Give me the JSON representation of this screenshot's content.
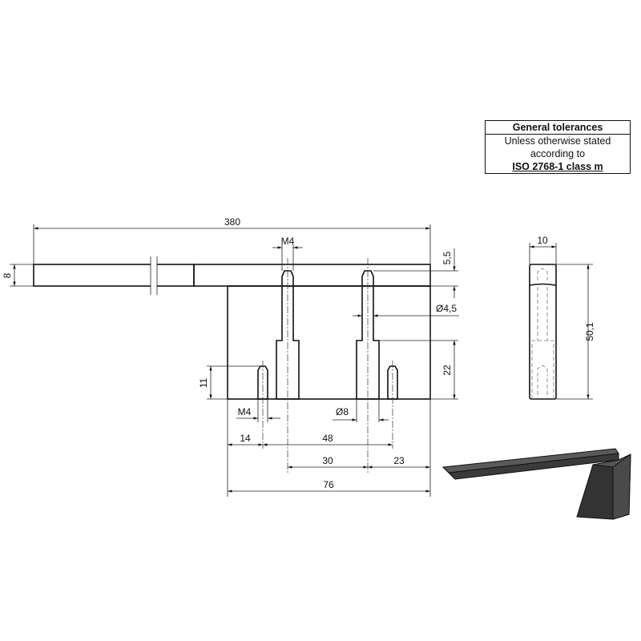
{
  "tolerance_box": {
    "title": "General tolerances",
    "line1": "Unless otherwise stated",
    "line2": "according to",
    "standard": "ISO 2768-1 class m"
  },
  "dimensions": {
    "overall_length": "380",
    "bar_thickness": "8",
    "top_thread": "M4",
    "plate_depth": "5,5",
    "through_hole_dia": "Ø4,5",
    "counterbore_depth": "22",
    "bottom_thread_depth": "11",
    "bottom_thread": "M4",
    "counterbore_dia": "Ø8",
    "dim_14": "14",
    "dim_48": "48",
    "dim_30": "30",
    "dim_23": "23",
    "block_width": "76",
    "side_width": "10",
    "side_height": "50,1"
  },
  "colors": {
    "line": "#111111",
    "iso_dark": "#3a3a3a",
    "iso_mid": "#555555"
  }
}
